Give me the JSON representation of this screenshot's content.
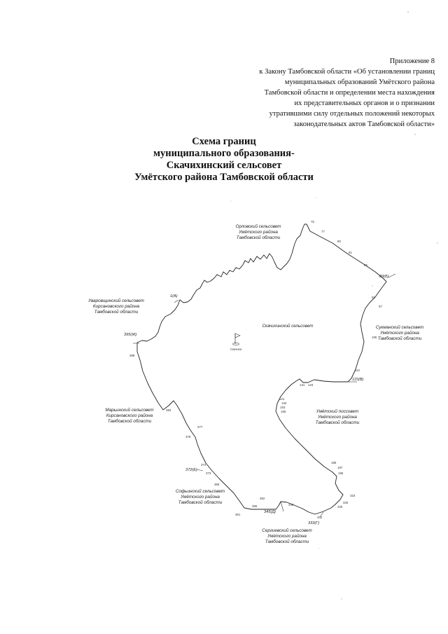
{
  "appendix": {
    "lines": [
      "Приложение 8",
      "к Закону Тамбовской области «Об установлении границ",
      "муниципальных образований Умётского района",
      "Тамбовской области и определении места нахождения",
      "их представительных органов и о признании",
      "утратившими силу отдельных положений некоторых",
      "законодательных актов Тамбовской области»"
    ]
  },
  "title": {
    "lines": [
      "Схема границ",
      "муниципального образования-",
      "Скачихинский сельсовет",
      "Умётского района Тамбовской области"
    ]
  },
  "map": {
    "main_area_label": "Скачихинский сельсовет",
    "settlement_label": "Скачиха",
    "neighbors": {
      "orlovka": [
        "Орловский сельсовет",
        "Умётского района",
        "Тамбовской области"
      ],
      "uvarovshchina": [
        "Уваровщинский сельсовет",
        "Кирсановского района",
        "Тамбовской области"
      ],
      "sukmanka": [
        "Сукманский сельсовет",
        "Умётского района",
        "Тамбовской области"
      ],
      "marinsky": [
        "Марьинский сельсовет",
        "Кирсановского района",
        "Тамбовской области"
      ],
      "umet_posovet": [
        "Умётский поссовет",
        "Умётского района",
        "Тамбовской области"
      ],
      "sofyinsky": [
        "Софьинский сельсовет",
        "Умётского района",
        "Тамбовской области"
      ],
      "sergievsky": [
        "Сергиевский сельсовет",
        "Умётского района",
        "Тамбовской области"
      ]
    },
    "codes": {
      "c1": "1(А)",
      "c395": "395(Ж)",
      "c89": "89(Б)",
      "c115": "115(В)",
      "c372": "372(Е)",
      "c345": "345(Д)",
      "c333": "333(Г)"
    },
    "points": {
      "p75": "75",
      "p77": "77",
      "p80": "80",
      "p81": "81",
      "p85": "85",
      "p91": "91",
      "p97": "97",
      "p105": "105",
      "p112": "112",
      "p121": "121",
      "p123": "123",
      "p131": "131",
      "p132": "132",
      "p153": "153",
      "p166": "166",
      "p185": "185",
      "p187": "187",
      "p196": "196",
      "p318": "318",
      "p325": "325",
      "p330": "330",
      "p332": "332",
      "p340": "340",
      "p352": "352",
      "p355": "355",
      "p361": "361",
      "p368": "368",
      "p373": "373",
      "p374": "374",
      "p376": "376",
      "p377": "377",
      "p384": "384",
      "p388": "388"
    }
  }
}
